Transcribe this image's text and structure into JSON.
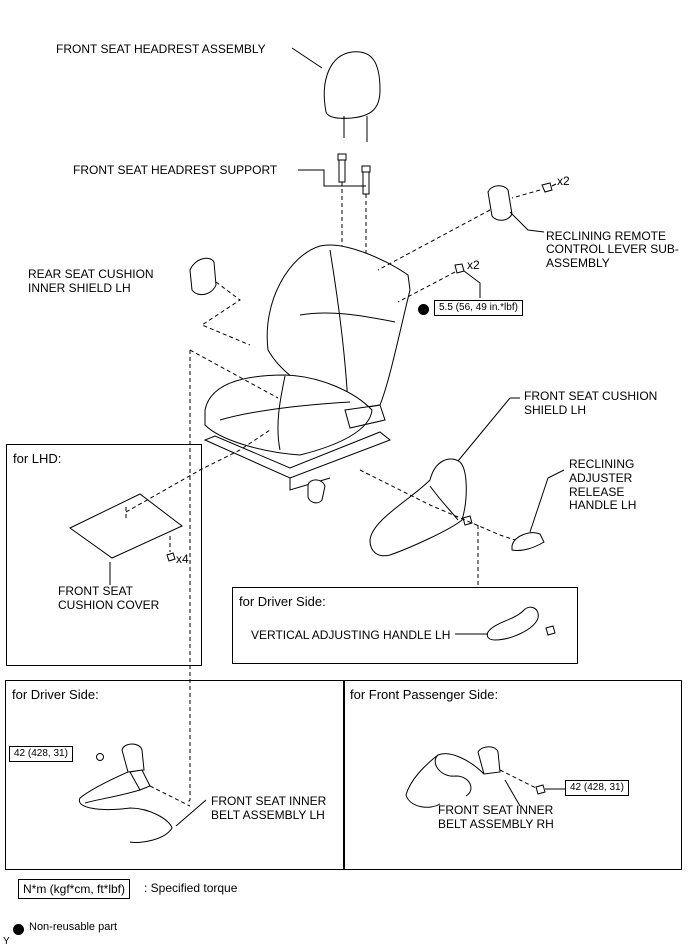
{
  "labels": {
    "headrest": "FRONT SEAT HEADREST ASSEMBLY",
    "headrest_support": "FRONT SEAT HEADREST SUPPORT",
    "reclining_remote_1": "RECLINING REMOTE",
    "reclining_remote_2": "CONTROL LEVER SUB-",
    "reclining_remote_3": "ASSEMBLY",
    "rear_shield_1": "REAR SEAT CUSHION",
    "rear_shield_2": "INNER SHIELD LH",
    "cushion_shield_1": "FRONT SEAT CUSHION",
    "cushion_shield_2": "SHIELD LH",
    "release_handle_1": "RECLINING",
    "release_handle_2": "ADJUSTER",
    "release_handle_3": "RELEASE",
    "release_handle_4": "HANDLE LH",
    "cushion_cover_1": "FRONT SEAT",
    "cushion_cover_2": "CUSHION COVER",
    "vertical_handle": "VERTICAL ADJUSTING HANDLE LH",
    "belt_lh_1": "FRONT SEAT INNER",
    "belt_lh_2": "BELT ASSEMBLY LH",
    "belt_rh_1": "FRONT SEAT INNER",
    "belt_rh_2": "BELT ASSEMBLY RH"
  },
  "quantities": {
    "remote_screw": "x2",
    "seat_nut": "x2",
    "cover_clip": "x4"
  },
  "torques": {
    "seat_nut": "5.5 (56, 49 in.*lbf)",
    "belt_lh": "42 (428, 31)",
    "belt_rh": "42 (428, 31)"
  },
  "boxes": {
    "lhd": "for LHD:",
    "driver_handle": "for Driver Side:",
    "driver_belt": "for Driver Side:",
    "passenger_belt": "for Front Passenger Side:"
  },
  "legend": {
    "torque_unit": "N*m (kgf*cm, ft*lbf)",
    "torque_desc": ": Specified torque",
    "nonreusable": "Non-reusable part",
    "corner_mark": "Y"
  }
}
